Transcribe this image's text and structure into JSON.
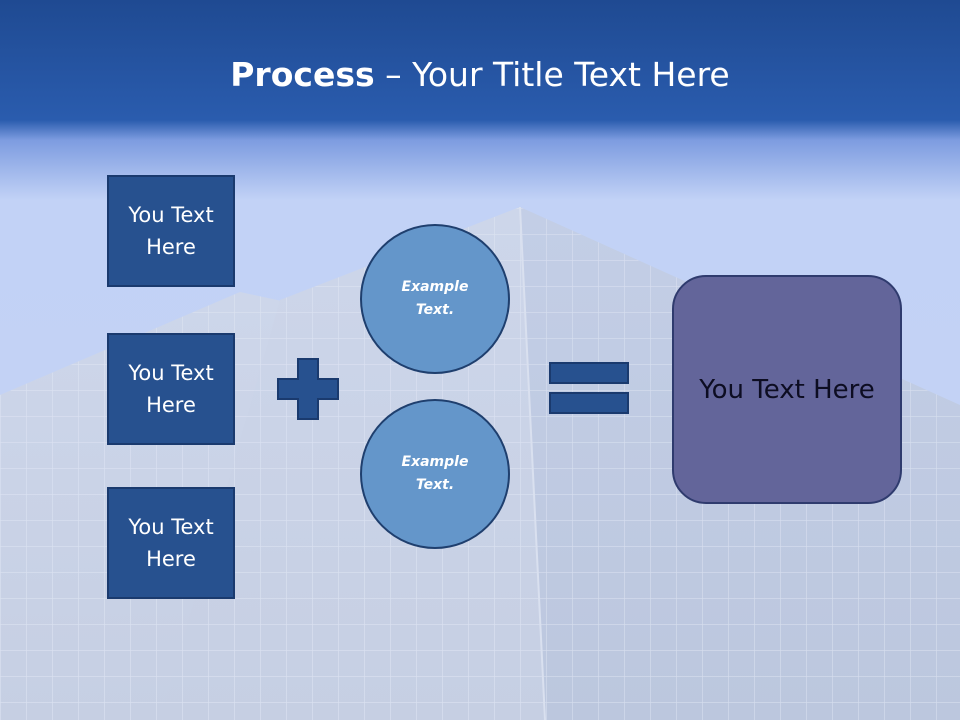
{
  "slide": {
    "title_bold": "Process",
    "title_rest": " – Your Title Text Here",
    "inputs": [
      "You Text Here",
      "You Text Here",
      "You Text Here"
    ],
    "examples": [
      "Example Text.",
      "Example Text."
    ],
    "result": "You Text Here",
    "operators": {
      "plus": "plus-sign",
      "equals": "equals-sign"
    },
    "colors": {
      "header": "#2a5cae",
      "input_box": "#27518f",
      "circle": "#6496ca",
      "result_box": "#63659a",
      "operator": "#27518f"
    }
  }
}
